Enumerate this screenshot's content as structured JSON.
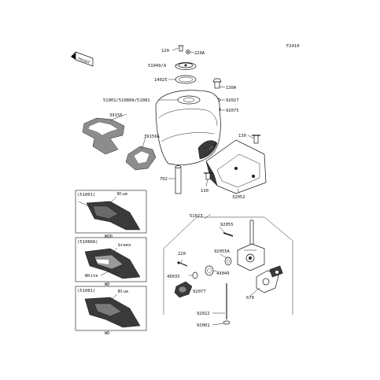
{
  "page_code": "F2410",
  "front_marker": "FRONT",
  "labels": {
    "l120": "120",
    "l220A": "220A",
    "l51049": "51049/A",
    "l14025": "14025",
    "l130A": "130A",
    "l92027": "92027",
    "l92075": "92075",
    "l51001": "51001/51080A/51081",
    "l39156": "39156",
    "l39156A": "39156A",
    "l130r": "130",
    "l702": "702",
    "l130b": "130",
    "l32052": "32052",
    "l51023": "51023",
    "l92055": "92055",
    "l220": "220",
    "l92055A": "92055A",
    "l49035": "49035",
    "l43049": "43049",
    "l92077": "92077",
    "l670": "670",
    "l92022": "92022",
    "l92001": "92001"
  },
  "variants": [
    {
      "code": "(51001)",
      "color1": "Blue",
      "color2": "",
      "bottom": "WOD"
    },
    {
      "code": "(51080A)",
      "color1": "Green",
      "color2": "White",
      "bottom": "WD"
    },
    {
      "code": "(51081)",
      "color1": "Blue",
      "color2": "",
      "bottom": "WD"
    }
  ]
}
